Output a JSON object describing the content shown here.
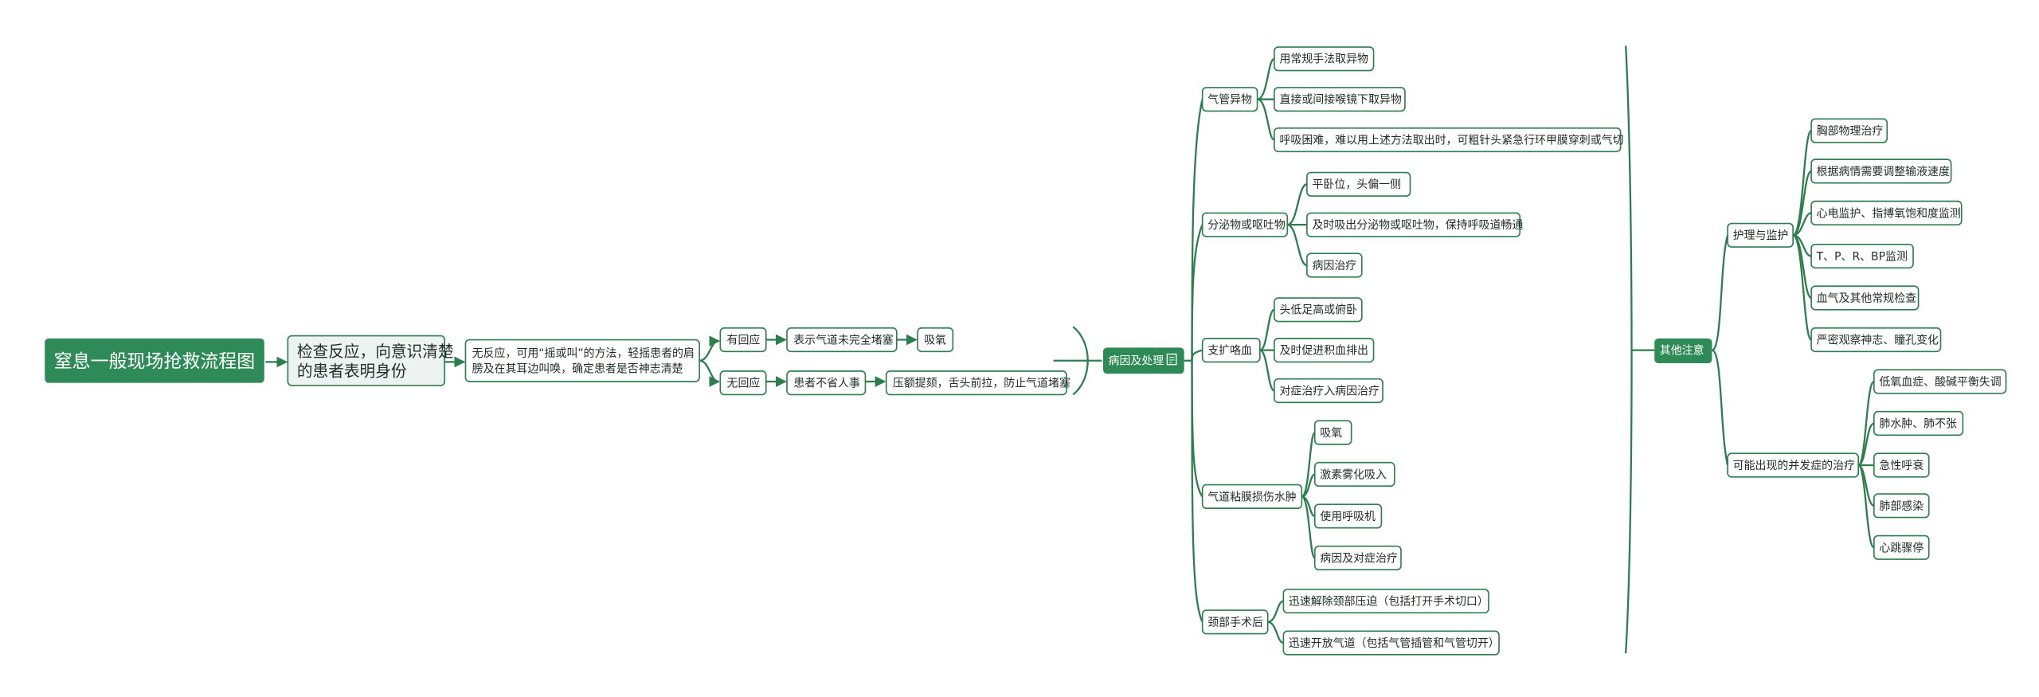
{
  "root": {
    "label": "窒息一般现场抢救流程图"
  },
  "check": {
    "label_line1": "检查反应，向意识清楚",
    "label_line2": "的患者表明身份"
  },
  "method": {
    "label_line1": "无反应，可用“摇或叫”的方法，轻摇患者的肩",
    "label_line2": "膀及在其耳边叫唤，确定患者是否神志清楚"
  },
  "branches": {
    "responsive": {
      "label": "有回应",
      "next": "表示气道未完全堵塞",
      "action": "吸氧"
    },
    "unresponsive": {
      "label": "无回应",
      "next": "患者不省人事",
      "action": "压额提颏，舌头前拉，防止气道堵塞"
    }
  },
  "cause": {
    "label": "病因及处理",
    "groups": [
      {
        "label": "气管异物",
        "items": [
          "用常规手法取异物",
          "直接或间接喉镜下取异物",
          "呼吸困难，难以用上述方法取出时，可粗针头紧急行环甲膜穿刺或气切"
        ]
      },
      {
        "label": "分泌物或呕吐物",
        "items": [
          "平卧位，头偏一侧",
          "及时吸出分泌物或呕吐物，保持呼吸道畅通",
          "病因治疗"
        ]
      },
      {
        "label": "支扩咯血",
        "items": [
          "头低足高或俯卧",
          "及时促进积血排出",
          "对症治疗入病因治疗"
        ]
      },
      {
        "label": "气道粘膜损伤水肿",
        "items": [
          "吸氧",
          "激素雾化吸入",
          "使用呼吸机",
          "病因及对症治疗"
        ]
      },
      {
        "label": "颈部手术后",
        "items": [
          "迅速解除颈部压迫（包括打开手术切口）",
          "迅速开放气道（包括气管插管和气管切开）"
        ]
      }
    ]
  },
  "notes": {
    "label": "其他注意",
    "groups": [
      {
        "label": "护理与监护",
        "items": [
          "胸部物理治疗",
          "根据病情需要调整输液速度",
          "心电监护、指搏氧饱和度监测",
          "T、P、R、BP监测",
          "血气及其他常规检查",
          "严密观察神志、瞳孔变化"
        ]
      },
      {
        "label": "可能出现的并发症的治疗",
        "items": [
          "低氧血症、酸碱平衡失调",
          "肺水肿、肺不张",
          "急性呼衰",
          "肺部感染",
          "心跳骤停"
        ]
      }
    ]
  },
  "colors": {
    "green": "#2e8b57",
    "line": "#2e7d4f",
    "light": "#edf3f1"
  },
  "icons": {
    "cause_icon": "note-icon"
  }
}
